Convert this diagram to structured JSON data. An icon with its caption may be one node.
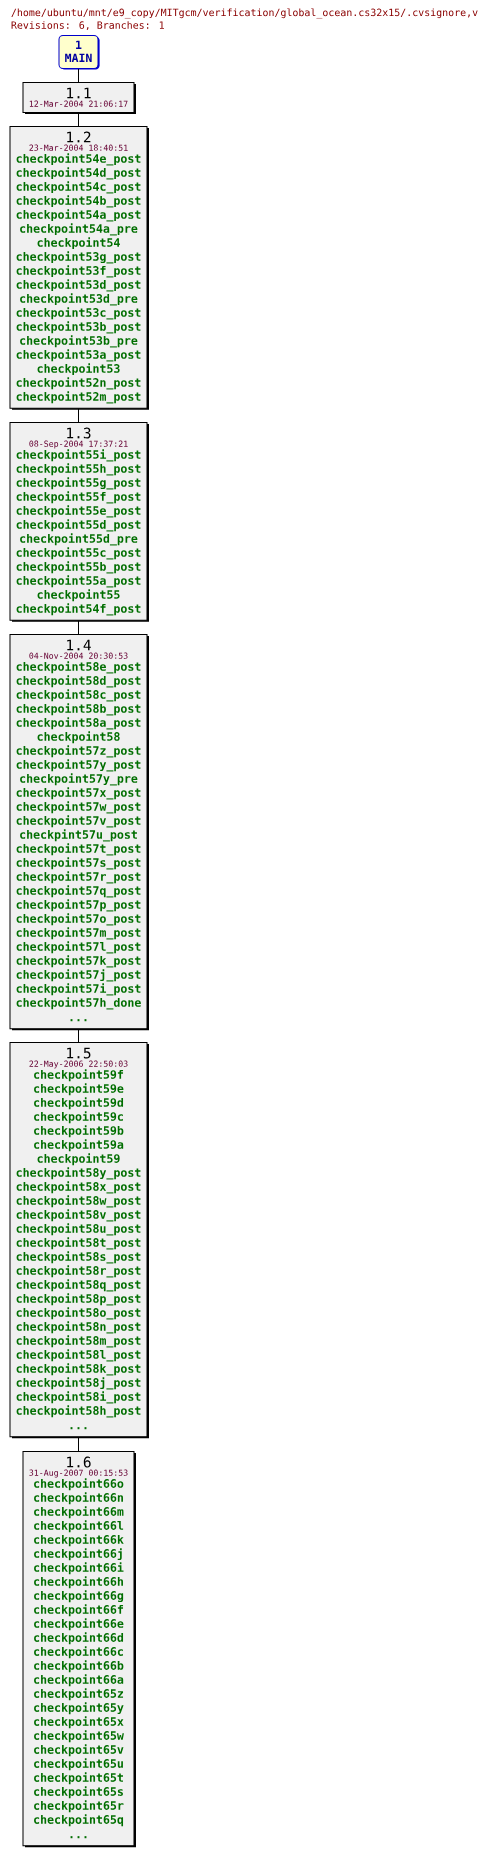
{
  "diagram": {
    "title": "/home/ubuntu/mnt/e9_copy/MITgcm/verification/global_ocean.cs32x15/.cvsignore,v",
    "nodes": [
      {
        "text": [
          "1",
          "MAIN"
        ]
      },
      {
        "text": [
          "1.1",
          "12-Mar-2004 21:06:17"
        ]
      },
      {
        "text": [
          "1.2",
          "23-Mar-2004 18:40:51",
          "checkpoint54e_post",
          "checkpoint54d_post",
          "checkpoint54c_post",
          "checkpoint54b_post",
          "checkpoint54a_post",
          "checkpoint54a_pre",
          "checkpoint54",
          "checkpoint53g_post",
          "checkpoint53f_post",
          "checkpoint53d_post",
          "checkpoint53d_pre",
          "checkpoint53c_post",
          "checkpoint53b_post",
          "checkpoint53b_pre",
          "checkpoint53a_post",
          "checkpoint53",
          "checkpoint52n_post",
          "checkpoint52m_post"
        ]
      },
      {
        "text": [
          "1.3",
          "08-Sep-2004 17:37:21",
          "checkpoint55i_post",
          "checkpoint55h_post",
          "checkpoint55g_post",
          "checkpoint55f_post",
          "checkpoint55e_post",
          "checkpoint55d_post",
          "checkpoint55d_pre",
          "checkpoint55c_post",
          "checkpoint55b_post",
          "checkpoint55a_post",
          "checkpoint55",
          "checkpoint54f_post"
        ]
      },
      {
        "text": [
          "1.4",
          "04-Nov-2004 20:30:53",
          "checkpoint58e_post",
          "checkpoint58d_post",
          "checkpoint58c_post",
          "checkpoint58b_post",
          "checkpoint58a_post",
          "checkpoint58",
          "checkpoint57z_post",
          "checkpoint57y_post",
          "checkpoint57y_pre",
          "checkpoint57x_post",
          "checkpoint57w_post",
          "checkpoint57v_post",
          "checkpint57u_post",
          "checkpoint57t_post",
          "checkpoint57s_post",
          "checkpoint57r_post",
          "checkpoint57q_post",
          "checkpoint57p_post",
          "checkpoint57o_post",
          "checkpoint57m_post",
          "checkpoint57l_post",
          "checkpoint57k_post",
          "checkpoint57j_post",
          "checkpoint57i_post",
          "checkpoint57h_done",
          "..."
        ]
      },
      {
        "text": [
          "1.5",
          "22-May-2006 22:50:03",
          "checkpoint59f",
          "checkpoint59e",
          "checkpoint59d",
          "checkpoint59c",
          "checkpoint59b",
          "checkpoint59a",
          "checkpoint59",
          "checkpoint58y_post",
          "checkpoint58x_post",
          "checkpoint58w_post",
          "checkpoint58v_post",
          "checkpoint58u_post",
          "checkpoint58t_post",
          "checkpoint58s_post",
          "checkpoint58r_post",
          "checkpoint58q_post",
          "checkpoint58p_post",
          "checkpoint58o_post",
          "checkpoint58n_post",
          "checkpoint58m_post",
          "checkpoint58l_post",
          "checkpoint58k_post",
          "checkpoint58j_post",
          "checkpoint58i_post",
          "checkpoint58h_post",
          "..."
        ]
      },
      {
        "text": [
          "1.6",
          "31-Aug-2007 00:15:53",
          "checkpoint66o",
          "checkpoint66n",
          "checkpoint66m",
          "checkpoint66l",
          "checkpoint66k",
          "checkpoint66j",
          "checkpoint66i",
          "checkpoint66h",
          "checkpoint66g",
          "checkpoint66f",
          "checkpoint66e",
          "checkpoint66d",
          "checkpoint66c",
          "checkpoint66b",
          "checkpoint66a",
          "checkpoint65z",
          "checkpoint65y",
          "checkpoint65x",
          "checkpoint65w",
          "checkpoint65v",
          "checkpoint65u",
          "checkpoint65t",
          "checkpoint65s",
          "checkpoint65r",
          "checkpoint65q",
          "..."
        ]
      }
    ],
    "edges": [
      {
        "from": 0,
        "to": 1,
        "arrow": "none"
      },
      {
        "from": 1,
        "to": 2,
        "arrow": "none"
      },
      {
        "from": 2,
        "to": 3,
        "arrow": "none"
      },
      {
        "from": 3,
        "to": 4,
        "arrow": "none"
      },
      {
        "from": 4,
        "to": 5,
        "arrow": "none"
      },
      {
        "from": 5,
        "to": 6,
        "arrow": "none"
      }
    ],
    "labels": [
      "Revisions: 6, Branches: 1"
    ]
  }
}
